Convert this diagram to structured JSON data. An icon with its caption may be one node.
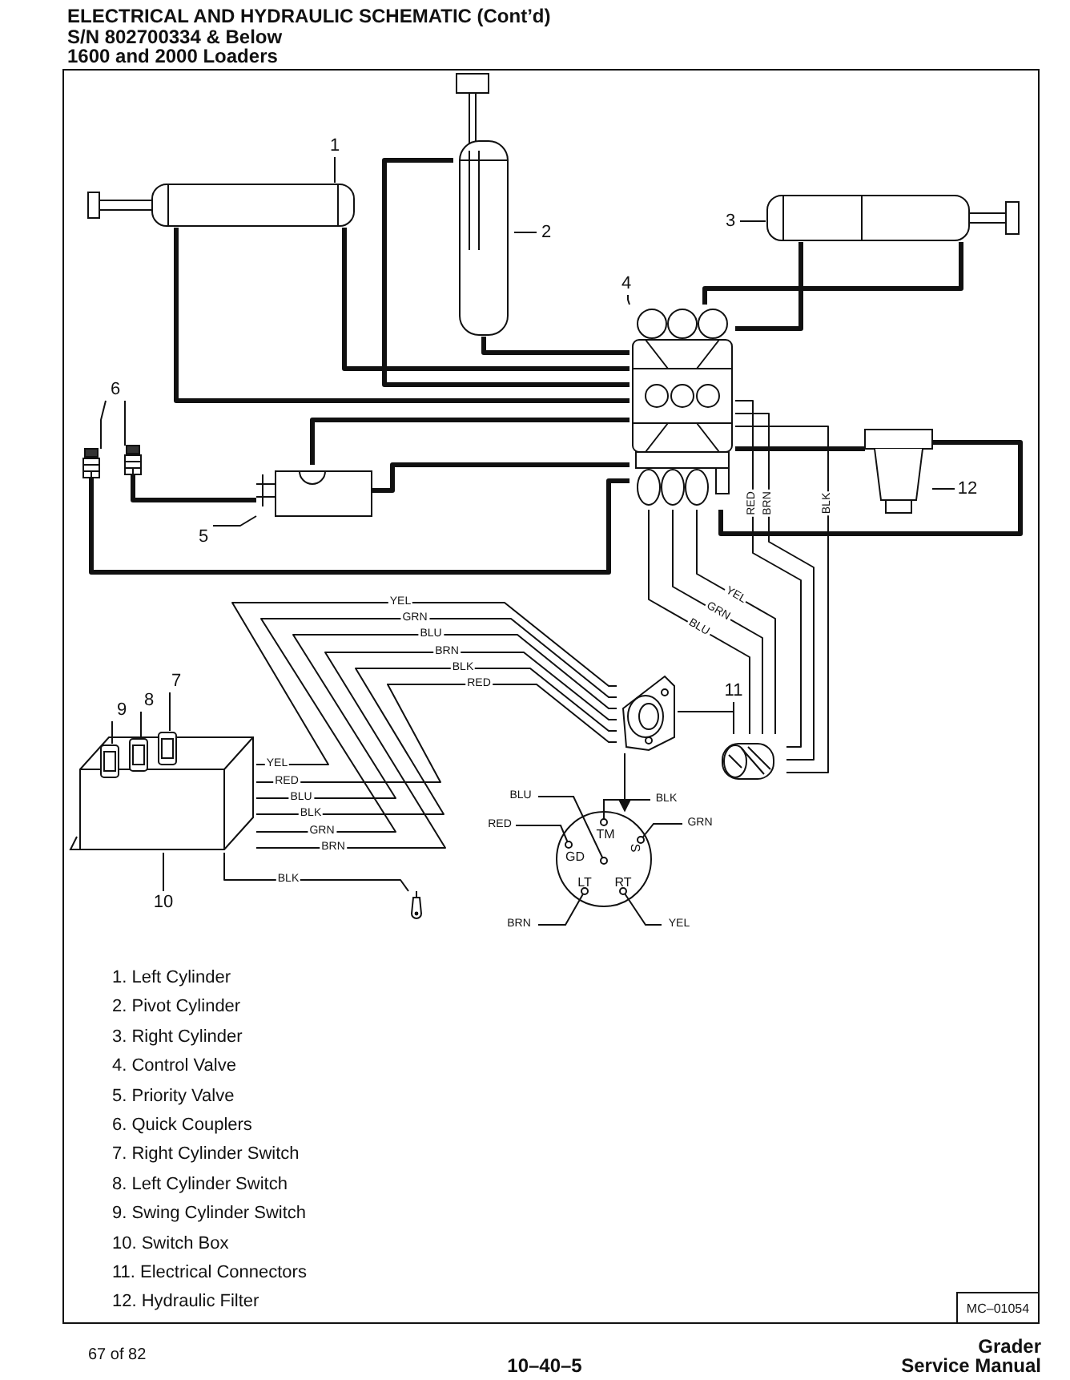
{
  "diagram": {
    "title": "ELECTRICAL AND HYDRAULIC SCHEMATIC (Cont’d)",
    "nodes": [
      {
        "text": [
          "1"
        ]
      },
      {
        "text": [],
        "shape": "cylinder"
      },
      {
        "text": [
          "2"
        ]
      },
      {
        "text": [],
        "shape": "cylinder"
      },
      {
        "text": [
          "3"
        ]
      },
      {
        "text": [],
        "shape": "cylinder"
      },
      {
        "text": [
          "4"
        ]
      },
      {
        "text": [],
        "shape": "picture"
      },
      {
        "text": [
          "6"
        ]
      },
      {
        "text": [],
        "shape": "picture"
      },
      {
        "text": [],
        "shape": "picture"
      },
      {
        "text": [],
        "shape": "picture"
      },
      {
        "text": [
          "5"
        ]
      },
      {
        "text": [],
        "shape": "picture"
      },
      {
        "text": [
          "12"
        ]
      },
      {
        "text": [],
        "shape": "picture"
      },
      {
        "text": [
          "11"
        ]
      },
      {
        "text": [],
        "shape": "picture"
      },
      {
        "text": [
          "7"
        ]
      },
      {
        "text": [
          "8"
        ]
      },
      {
        "text": [
          "9"
        ]
      },
      {
        "text": [],
        "shape": "picture"
      },
      {
        "text": [],
        "shape": "picture",
        "in": 21
      },
      {
        "text": [],
        "shape": "picture",
        "in": 21
      },
      {
        "text": [],
        "shape": "picture",
        "in": 21
      },
      {
        "text": [
          "TM",
          "S",
          "GD",
          "LT",
          "RT"
        ]
      },
      {
        "text": [
          "10"
        ]
      },
      {
        "text": [],
        "shape": "picture"
      }
    ],
    "edges": [
      {
        "from": 0,
        "to": 1,
        "arrow": "none"
      },
      {
        "from": 2,
        "to": 3,
        "arrow": "none"
      },
      {
        "from": 4,
        "to": 5,
        "arrow": "none"
      },
      {
        "from": 6,
        "to": 7,
        "arrow": "none"
      },
      {
        "from": 8,
        "to": 9,
        "arrow": "none"
      },
      {
        "from": 8,
        "to": 10,
        "arrow": "none"
      },
      {
        "from": 12,
        "to": 11,
        "arrow": "none"
      },
      {
        "from": 14,
        "to": 13,
        "arrow": "none"
      },
      {
        "from": 16,
        "to": 15,
        "arrow": "none"
      },
      {
        "from": 16,
        "to": 17,
        "arrow": "none"
      },
      {
        "from": 18,
        "to": 24,
        "arrow": "none"
      },
      {
        "from": 19,
        "to": 23,
        "arrow": "none"
      },
      {
        "from": 20,
        "to": 22,
        "arrow": "none"
      },
      {
        "from": 26,
        "to": 21,
        "arrow": "none"
      },
      {
        "from": 1,
        "to": 7,
        "arrow": "none",
        "style": "thick"
      },
      {
        "from": 1,
        "to": 7,
        "arrow": "none",
        "style": "thick"
      },
      {
        "from": 3,
        "to": 7,
        "arrow": "none",
        "style": "thick"
      },
      {
        "from": 3,
        "to": 7,
        "arrow": "none",
        "style": "thick"
      },
      {
        "from": 5,
        "to": 7,
        "arrow": "none",
        "style": "thick"
      },
      {
        "from": 5,
        "to": 7,
        "arrow": "none",
        "style": "thick"
      },
      {
        "from": 11,
        "to": 7,
        "arrow": "none",
        "style": "thick"
      },
      {
        "from": 11,
        "to": 7,
        "arrow": "none",
        "style": "thick"
      },
      {
        "from": 10,
        "to": 11,
        "arrow": "none",
        "style": "thick"
      },
      {
        "from": 9,
        "to": 7,
        "arrow": "none",
        "style": "thick"
      },
      {
        "from": 7,
        "to": 13,
        "arrow": "none",
        "style": "thick"
      },
      {
        "from": 13,
        "to": 7,
        "arrow": "none",
        "style": "thick"
      },
      {
        "from": 21,
        "to": 15,
        "arrow": "none",
        "label": "YEL"
      },
      {
        "from": 21,
        "to": 15,
        "arrow": "none",
        "label": "GRN"
      },
      {
        "from": 21,
        "to": 15,
        "arrow": "none",
        "label": "BLU"
      },
      {
        "from": 21,
        "to": 15,
        "arrow": "none",
        "label": "BRN"
      },
      {
        "from": 21,
        "to": 15,
        "arrow": "none",
        "label": "BLK"
      },
      {
        "from": 21,
        "to": 15,
        "arrow": "none",
        "label": "RED"
      },
      {
        "from": 21,
        "to": 27,
        "arrow": "none",
        "label": "BLK"
      },
      {
        "from": 7,
        "to": 17,
        "arrow": "none",
        "label": "YEL"
      },
      {
        "from": 7,
        "to": 17,
        "arrow": "none",
        "label": "GRN"
      },
      {
        "from": 7,
        "to": 17,
        "arrow": "none",
        "label": "BLU"
      },
      {
        "from": 7,
        "to": 17,
        "arrow": "none",
        "label": "RED"
      },
      {
        "from": 7,
        "to": 17,
        "arrow": "none",
        "label": "BRN"
      },
      {
        "from": 7,
        "to": 17,
        "arrow": "none",
        "label": "BLK"
      },
      {
        "from": 15,
        "to": 25,
        "arrow": "to"
      }
    ],
    "labels": [
      "S/N 802700334 & Below",
      "1600 and 2000 Loaders",
      "YEL",
      "RED",
      "BLU",
      "BLK",
      "GRN",
      "BRN",
      "BLU",
      "BLK",
      "RED",
      "GRN",
      "BRN",
      "YEL",
      "1. Left Cylinder",
      "2. Pivot Cylinder",
      "3. Right Cylinder",
      "4. Control Valve",
      "5. Priority Valve",
      "6. Quick Couplers",
      "7. Right Cylinder Switch",
      "8. Left Cylinder Switch",
      "9. Swing Cylinder Switch",
      "10. Switch Box",
      "11. Electrical Connectors",
      "12. Hydraulic Filter",
      "MC–01054",
      "67 of 82",
      "10–40–5",
      "Grader",
      "Service Manual"
    ]
  }
}
